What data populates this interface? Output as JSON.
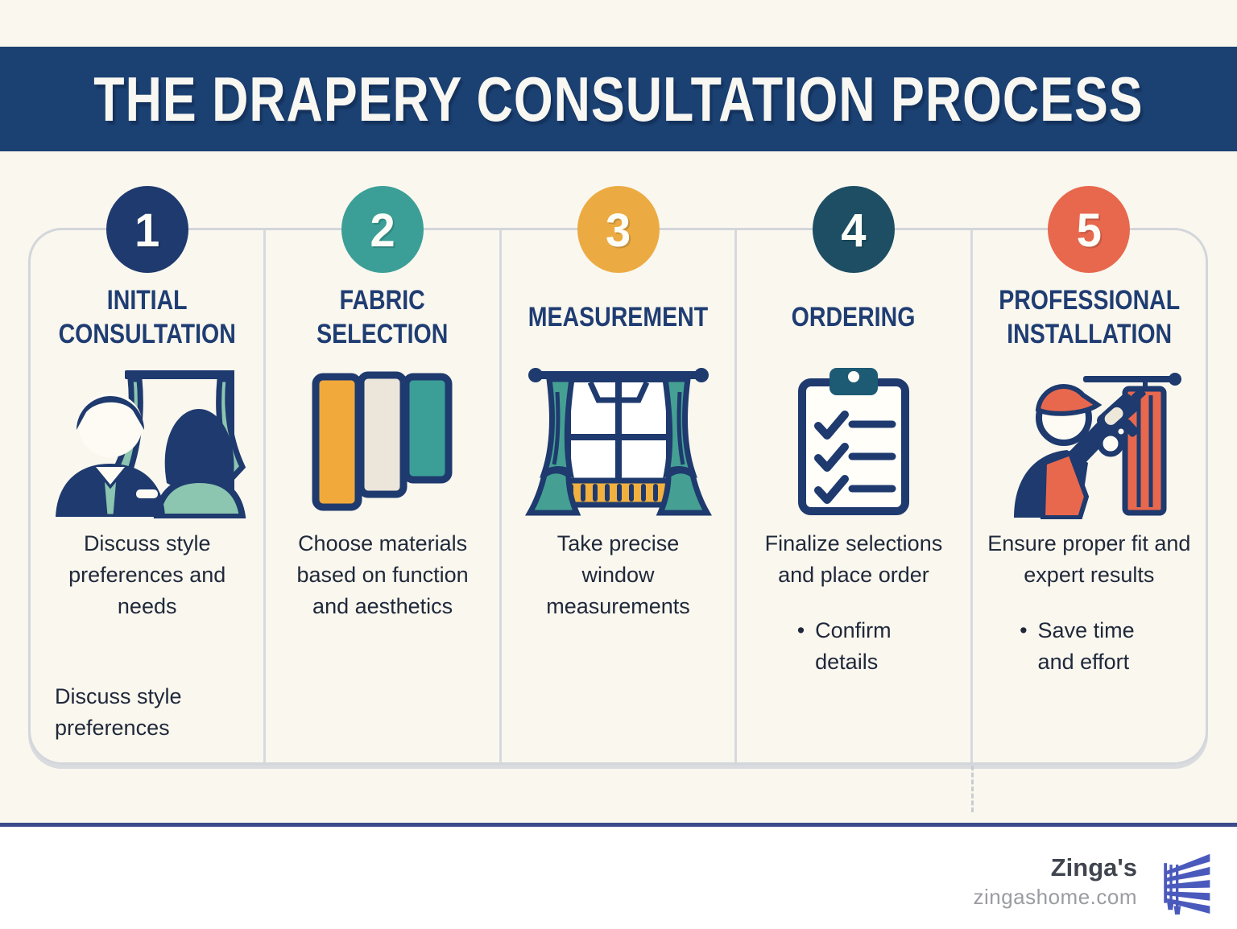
{
  "header": {
    "title": "THE DRAPERY CONSULTATION PROCESS"
  },
  "steps": [
    {
      "number": "1",
      "color": "#1e3a6e",
      "title": "INITIAL CONSULTATION",
      "icon": "consultation-people-icon",
      "description": "Discuss style preferences and needs",
      "note": "Discuss style preferences"
    },
    {
      "number": "2",
      "color": "#3b9f97",
      "title": "FABRIC SELECTION",
      "icon": "fabric-swatches-icon",
      "description": "Choose materials based on function and aesthetics"
    },
    {
      "number": "3",
      "color": "#ecab42",
      "title": "MEASUREMENT",
      "icon": "window-curtains-ruler-icon",
      "description": "Take precise window measurements"
    },
    {
      "number": "4",
      "color": "#1d4e63",
      "title": "ORDERING",
      "icon": "checklist-clipboard-icon",
      "description": "Finalize selections and place order",
      "bullet": "Confirm details"
    },
    {
      "number": "5",
      "color": "#e8684e",
      "title": "PROFESSIONAL INSTALLATION",
      "icon": "installer-drill-curtain-icon",
      "description": "Ensure proper fit and expert results",
      "bullet": "Save time and effort"
    }
  ],
  "footer": {
    "brand": "Zinga's",
    "website": "zingashome.com",
    "logo": "window-blinds-logo"
  },
  "colors": {
    "banner_background": "#1b4173",
    "page_background": "#faf7ef",
    "step_title_text": "#1f3d72",
    "body_text": "#20293a",
    "footer_rule": "#3b4a8c",
    "logo_blue": "#4a5abc",
    "icon_navy": "#1e3a6e",
    "icon_teal": "#45a093",
    "icon_light_teal": "#8cc5b0",
    "icon_orange": "#f2a93b",
    "icon_coral": "#e8684e",
    "icon_cream": "#ece6da"
  }
}
